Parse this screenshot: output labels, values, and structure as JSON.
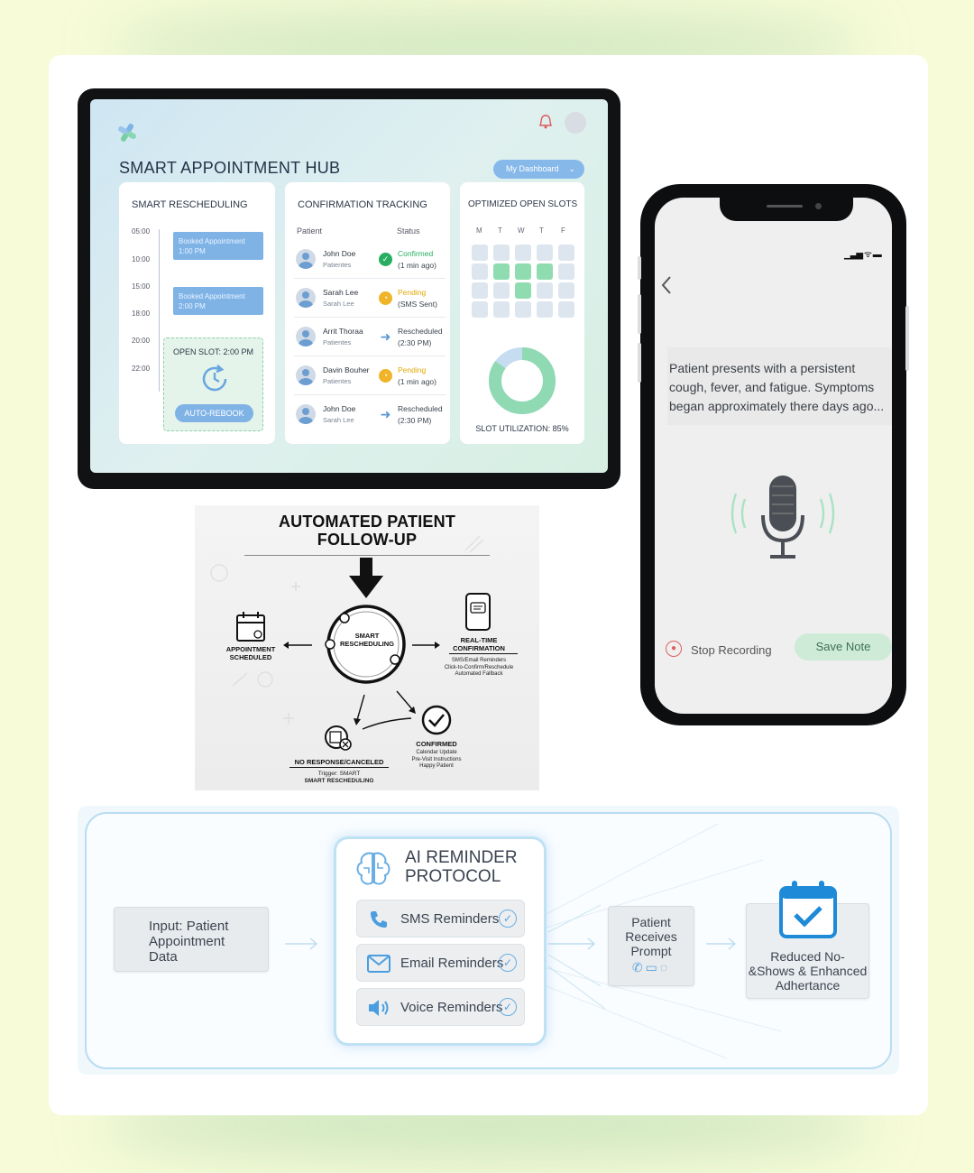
{
  "hub": {
    "title": "SMART APPOINTMENT HUB",
    "dashboard_button": "My Dashboard",
    "rescheduling": {
      "title": "SMART RESCHEDULING",
      "times": [
        "05:00",
        "10:00",
        "15:00",
        "18:00",
        "20:00",
        "22:00"
      ],
      "booked": [
        {
          "label": "Booked Appointment",
          "time": "1:00 PM"
        },
        {
          "label": "Booked Appointment",
          "time": "2:00 PM"
        }
      ],
      "open_slot": "OPEN SLOT: 2:00 PM",
      "auto_rebook": "AUTO-REBOOK"
    },
    "confirmation": {
      "title": "CONFIRMATION TRACKING",
      "col_patient": "Patient",
      "col_status": "Status",
      "rows": [
        {
          "name": "John Doe",
          "sub": "Patientes",
          "status": "Confirmed",
          "detail": "(1 min ago)",
          "icon": "check-icon"
        },
        {
          "name": "Sarah Lee",
          "sub": "Sarah Lee",
          "status": "Pending",
          "detail": "(SMS Sent)",
          "icon": "clock-icon"
        },
        {
          "name": "Arrit Thoraa",
          "sub": "Patientes",
          "status": "Rescheduled",
          "detail": "(2:30 PM)",
          "icon": "arrow-right-icon"
        },
        {
          "name": "Davin Bouher",
          "sub": "Patientes",
          "status": "Pending",
          "detail": "(1 min ago)",
          "icon": "clock-icon"
        },
        {
          "name": "John Doe",
          "sub": "Sarah Lee",
          "status": "Rescheduled",
          "detail": "(2:30 PM)",
          "icon": "arrow-right-icon"
        }
      ]
    },
    "slots": {
      "title": "OPTIMIZED OPEN SLOTS",
      "days": [
        "M",
        "T",
        "W",
        "T",
        "F"
      ],
      "utilization_label": "SLOT UTILIZATION: 85%",
      "utilization": 0.85
    }
  },
  "phone": {
    "note": "Patient presents with a persistent cough, fever, and fatigue. Symptoms began approximately there days ago...",
    "stop_recording": "Stop Recording",
    "save_note": "Save Note"
  },
  "followup": {
    "title_line1": "AUTOMATED PATIENT",
    "title_line2": "FOLLOW-UP",
    "center_line1": "SMART",
    "center_line2": "RESCHEDULING",
    "scheduled_line1": "APPOINTMENT",
    "scheduled_line2": "SCHEDULED",
    "realtime_line1": "REAL-TIME",
    "realtime_line2": "CONFIRMATION",
    "realtime_d1": "SMS/Email Reminders",
    "realtime_d2": "Click-to-Confirm/Reschedule",
    "realtime_d3": "Automated Fallback",
    "noresponse": "NO RESPONSE/CANCELED",
    "trigger_line1": "Trigger: SMART",
    "trigger_line2": "SMART RESCHEDULING",
    "confirmed": "CONFIRMED",
    "confirmed_d1": "Calendar Update",
    "confirmed_d2": "Pre-Visit Instructions",
    "confirmed_d3": "Happy Patient"
  },
  "protocol": {
    "input_line1": "Input: Patient",
    "input_line2": "Appointment",
    "input_line3": "Data",
    "title_line1": "AI REMINDER",
    "title_line2": "PROTOCOL",
    "sms": "SMS Reminders",
    "email": "Email Reminders",
    "voice": "Voice Reminders",
    "receives_line1": "Patient",
    "receives_line2": "Receives",
    "receives_line3": "Prompt",
    "outcome_line1": "Reduced No-",
    "outcome_line2": "&Shows & Enhanced",
    "outcome_line3": "Adhertance"
  },
  "colors": {
    "background": "#f7fbd8",
    "accent_blue": "#7fb3e6",
    "accent_green": "#90dcb1",
    "confirmed": "#27ae60",
    "pending": "#e0a800",
    "reschedule": "#5a96d4"
  }
}
